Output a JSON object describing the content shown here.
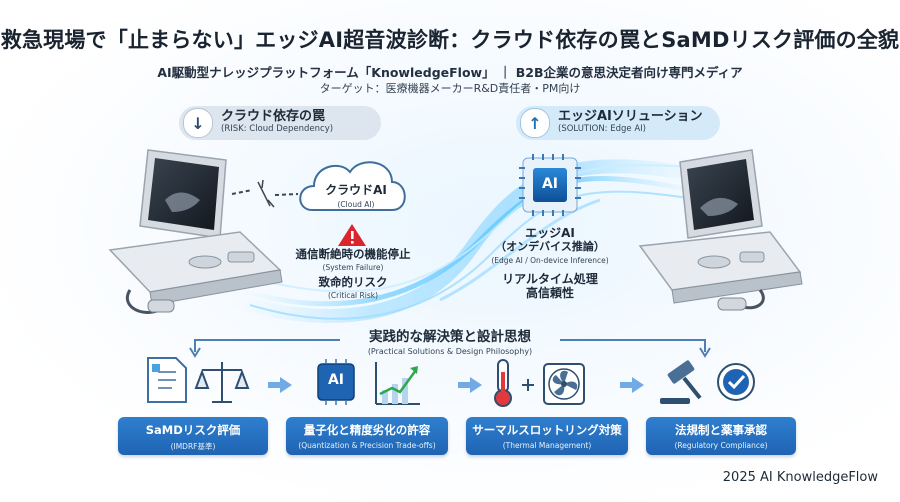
{
  "title": "救急現場で「止まらない」エッジAI超音波診断：クラウド依存の罠とSaMDリスク評価の全貌",
  "subtitle": "AI駆動型ナレッジプラットフォーム「KnowledgeFlow」 ｜ B2B企業の意思決定者向け専門メディア",
  "target": "ターゲット：医療機器メーカーR&D責任者・PM向け",
  "left_panel": {
    "title": "クラウド依存の罠",
    "subtitle": "(RISK: Cloud Dependency)",
    "icon": "down-arrow-icon"
  },
  "right_panel": {
    "title": "エッジAIソリューション",
    "subtitle": "(SOLUTION: Edge AI)",
    "icon": "up-arrow-icon"
  },
  "cloud": {
    "label": "クラウドAI",
    "sublabel": "(Cloud AI)"
  },
  "risk": {
    "line1": "通信断絶時の機能停止",
    "line1_en": "(System Failure)",
    "line2": "致命的リスク",
    "line2_en": "(Critical Risk)"
  },
  "chip_label": "AI",
  "edge": {
    "line1": "エッジAI",
    "line2": "（オンデバイス推論）",
    "line2_en": "(Edge AI / On-device Inference)",
    "line3": "リアルタイム処理",
    "line4": "高信頼性"
  },
  "practical": {
    "title": "実践的な解決策と設計思想",
    "subtitle": "(Practical Solutions & Design Philosophy)"
  },
  "steps": [
    {
      "label": "SaMDリスク評価",
      "sublabel": "(IMDRF基準)"
    },
    {
      "label": "量子化と精度劣化の許容",
      "sublabel": "(Quantization & Precision Trade-offs)"
    },
    {
      "label": "サーマルスロットリング対策",
      "sublabel": "(Thermal Management)"
    },
    {
      "label": "法規制と薬事承認",
      "sublabel": "(Regulatory Compliance)"
    }
  ],
  "footer": "2025 AI KnowledgeFlow",
  "colors": {
    "accent": "#1f64b3",
    "warning": "#d9262c",
    "flow": "#7fd3ff"
  }
}
